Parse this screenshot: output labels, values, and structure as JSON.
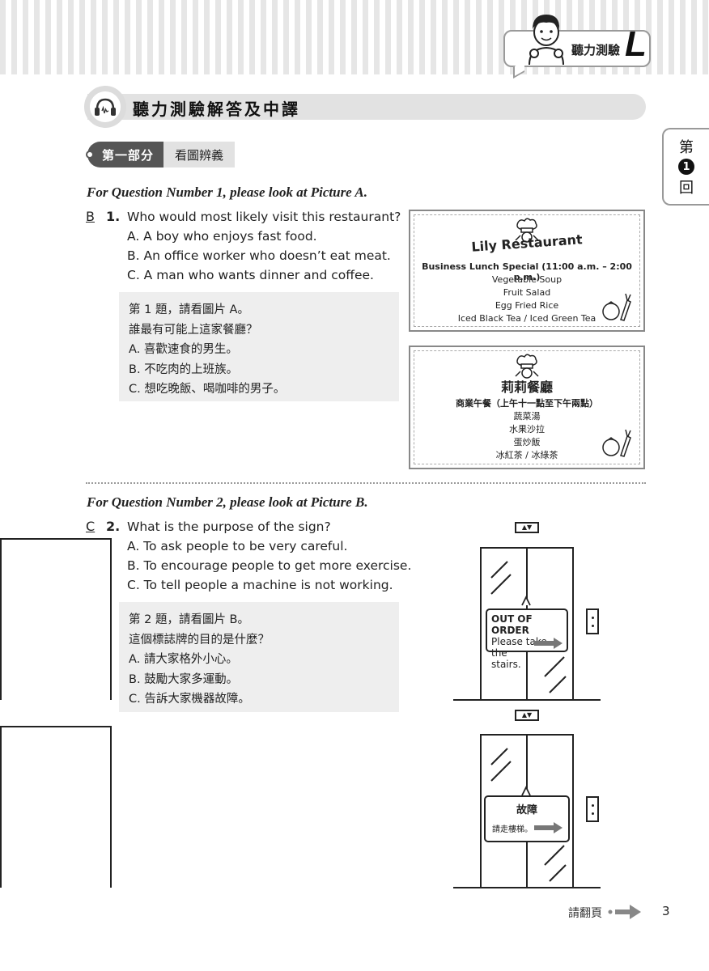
{
  "header": {
    "title": "聽力測驗",
    "letter": "L"
  },
  "section": {
    "title": "聽力測驗解答及中譯"
  },
  "part": {
    "label": "第一部分",
    "name": "看圖辨義"
  },
  "side_tab": {
    "top": "第",
    "num": "1",
    "bottom": "回"
  },
  "q1": {
    "heading": "For Question Number 1, please look at Picture A.",
    "answer": "B",
    "number": "1.",
    "question": "Who would most likely visit this restaurant?",
    "options": [
      "A. A boy who enjoys fast food.",
      "B. An office worker who doesn’t eat meat.",
      "C. A man who wants dinner and coffee."
    ],
    "translation": [
      "第 1 題，請看圖片 A。",
      "誰最有可能上這家餐廳？",
      "A. 喜歡速食的男生。",
      "B. 不吃肉的上班族。",
      "C. 想吃晚飯、喝咖啡的男子。"
    ]
  },
  "picture_a_en": {
    "name": "Lily Restaurant",
    "subtitle": "Business Lunch Special (11:00 a.m. – 2:00 p.m.)",
    "items": [
      "Vegetable Soup",
      "Fruit Salad",
      "Egg Fried Rice",
      "Iced Black Tea / Iced Green Tea"
    ]
  },
  "picture_a_zh": {
    "name": "莉莉餐廳",
    "subtitle": "商業午餐（上午十一點至下午兩點）",
    "items": [
      "蔬菜湯",
      "水果沙拉",
      "蛋炒飯",
      "冰紅茶 / 冰綠茶"
    ]
  },
  "q2": {
    "heading": "For Question Number 2, please look at Picture B.",
    "answer": "C",
    "number": "2.",
    "question": "What is the purpose of the sign?",
    "options": [
      "A. To ask people to be very careful.",
      "B. To encourage people to get more exercise.",
      "C. To tell people a machine is not working."
    ],
    "translation": [
      "第 2 題，請看圖片 B。",
      "這個標誌牌的目的是什麼？",
      "A. 請大家格外小心。",
      "B. 鼓勵大家多運動。",
      "C. 告訴大家機器故障。"
    ]
  },
  "picture_b_en": {
    "sign_title": "OUT OF ORDER",
    "sign_line1": "Please take the",
    "sign_line2": "stairs.",
    "indicator": "▲▼"
  },
  "picture_b_zh": {
    "sign_title": "故障",
    "sign_line1": "請走樓梯。",
    "indicator": "▲▼"
  },
  "footer": {
    "turn_page": "請翻頁",
    "page_number": "3"
  }
}
